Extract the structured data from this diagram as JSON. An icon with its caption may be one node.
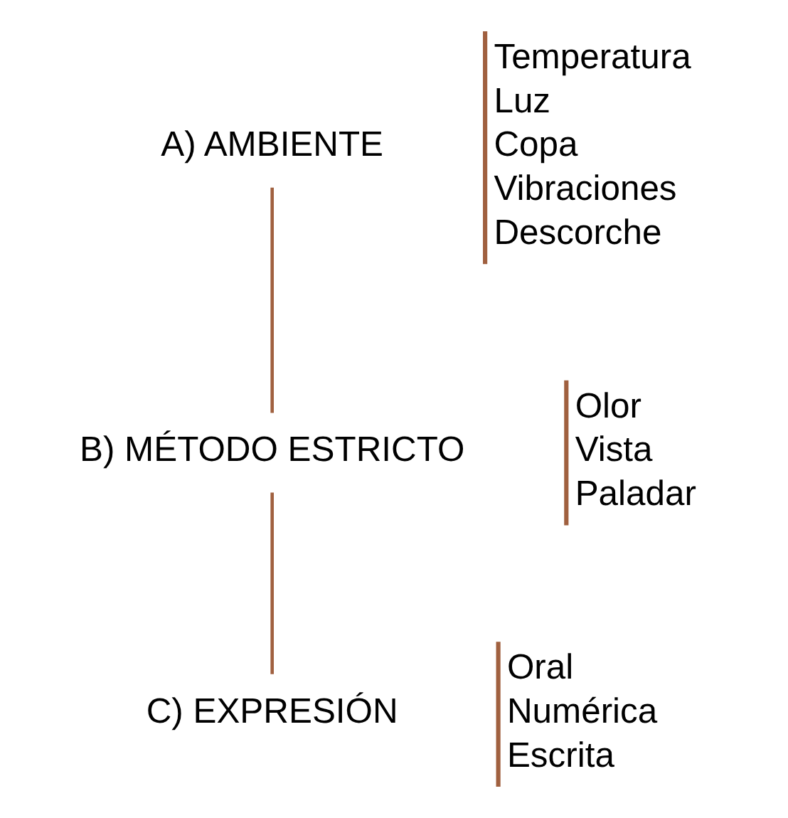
{
  "diagram": {
    "nodes": [
      {
        "text": [
          "A) AMBIENTE"
        ]
      },
      {
        "text": [
          "Temperatura",
          "Luz",
          "Copa",
          "Vibraciones",
          "Descorche"
        ]
      },
      {
        "text": [
          "B) MÉTODO ESTRICTO"
        ]
      },
      {
        "text": [
          "Olor",
          "Vista",
          "Paladar"
        ]
      },
      {
        "text": [
          "C) EXPRESIÓN"
        ]
      },
      {
        "text": [
          "Oral",
          "Numérica",
          "Escrita"
        ]
      }
    ],
    "edges": [
      {
        "from": 0,
        "to": 2,
        "arrow": "none"
      },
      {
        "from": 2,
        "to": 4,
        "arrow": "none"
      }
    ]
  }
}
